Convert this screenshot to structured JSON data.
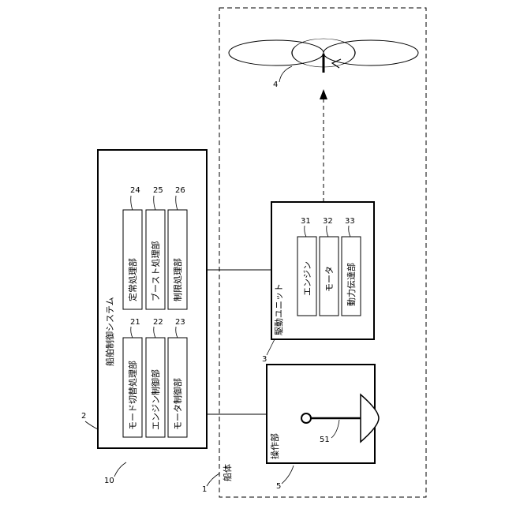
{
  "hull": {
    "label": "船体",
    "ref": "1"
  },
  "control_system": {
    "label": "船舶制御システム",
    "ref": "2"
  },
  "control_units": [
    {
      "label": "モード切替処理部",
      "ref": "21"
    },
    {
      "label": "エンジン制御部",
      "ref": "22"
    },
    {
      "label": "モータ制御部",
      "ref": "23"
    },
    {
      "label": "定常処理部",
      "ref": "24"
    },
    {
      "label": "ブースト処理部",
      "ref": "25"
    },
    {
      "label": "制限処理部",
      "ref": "26"
    }
  ],
  "drive_unit": {
    "label": "駆動ユニット",
    "ref": "3"
  },
  "drive_parts": [
    {
      "label": "エンジン",
      "ref": "31"
    },
    {
      "label": "モータ",
      "ref": "32"
    },
    {
      "label": "動力伝達部",
      "ref": "33"
    }
  ],
  "operation_unit": {
    "label": "操作部",
    "ref": "5"
  },
  "lever_ref": "51",
  "propeller_ref": "4",
  "system_ref": "10"
}
